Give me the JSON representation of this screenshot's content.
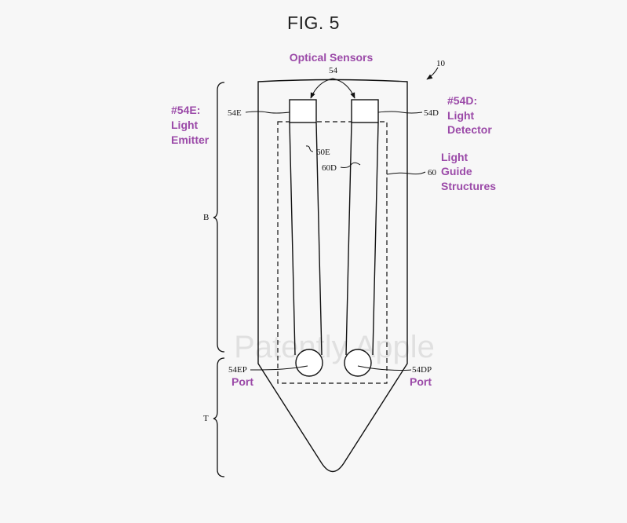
{
  "figure": {
    "title": "FIG. 5"
  },
  "labels": {
    "ref_device": "10",
    "ref_sensors": "54",
    "ref_emitter": "54E",
    "ref_detector": "54D",
    "ref_guide_e": "60E",
    "ref_guide_d": "60D",
    "ref_guides": "60",
    "ref_port_e": "54EP",
    "ref_port_d": "54DP",
    "region_body": "B",
    "region_tip": "T"
  },
  "annotations": {
    "optical_sensors": "Optical Sensors",
    "emitter_line1": "#54E:",
    "emitter_line2": "Light",
    "emitter_line3": "Emitter",
    "detector_line1": "#54D:",
    "detector_line2": "Light",
    "detector_line3": "Detector",
    "guide_line1": "Light",
    "guide_line2": "Guide",
    "guide_line3": "Structures",
    "port_left": "Port",
    "port_right": "Port"
  },
  "watermark": "Patently Apple",
  "colors": {
    "annotation": "#9b4aa8",
    "line": "#111111",
    "background": "#f7f7f7"
  }
}
